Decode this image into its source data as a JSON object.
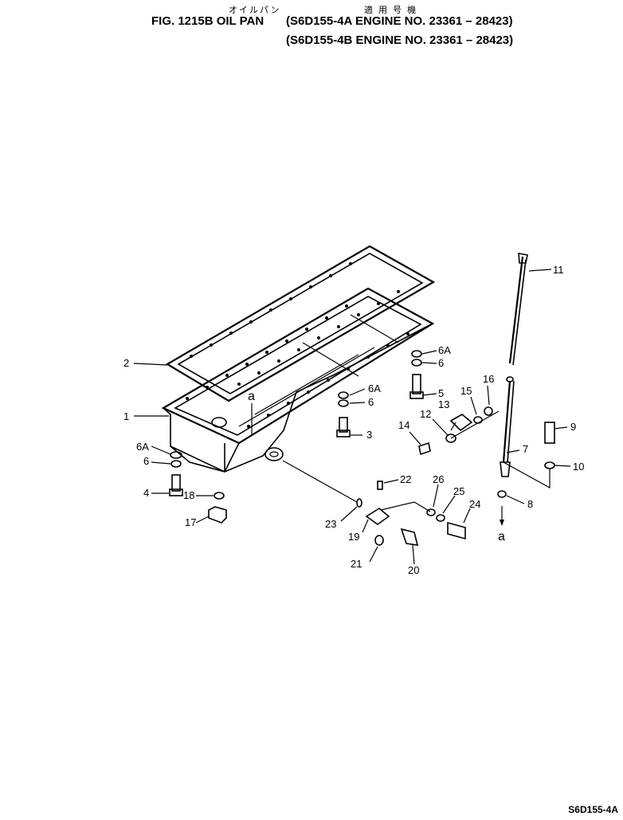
{
  "header": {
    "figure": "FIG. 1215B OIL PAN",
    "japanese_title": "オイルパン",
    "japanese_applicability": "適 用 号 機",
    "line1": "(S6D155-4A ENGINE NO. 23361 – 28423)",
    "line2": "(S6D155-4B ENGINE NO. 23361 – 28423)"
  },
  "labels": {
    "p1": "1",
    "p2": "2",
    "p3": "3",
    "p4": "4",
    "p5": "5",
    "p6a_left": "6A",
    "p6_left": "6",
    "p6a_mid": "6A",
    "p6_mid": "6",
    "p6a_top": "6A",
    "p6_top": "6",
    "p7": "7",
    "p8": "8",
    "p9": "9",
    "p10": "10",
    "p11": "11",
    "p12": "12",
    "p13": "13",
    "p14": "14",
    "p15": "15",
    "p16": "16",
    "p17": "17",
    "p18": "18",
    "p19": "19",
    "p20": "20",
    "p21": "21",
    "p22": "22",
    "p23": "23",
    "p24": "24",
    "p25": "25",
    "p26": "26",
    "ref_a_pan": "a",
    "ref_a_gauge": "a"
  },
  "footer": {
    "model": "S6D155-4A"
  }
}
